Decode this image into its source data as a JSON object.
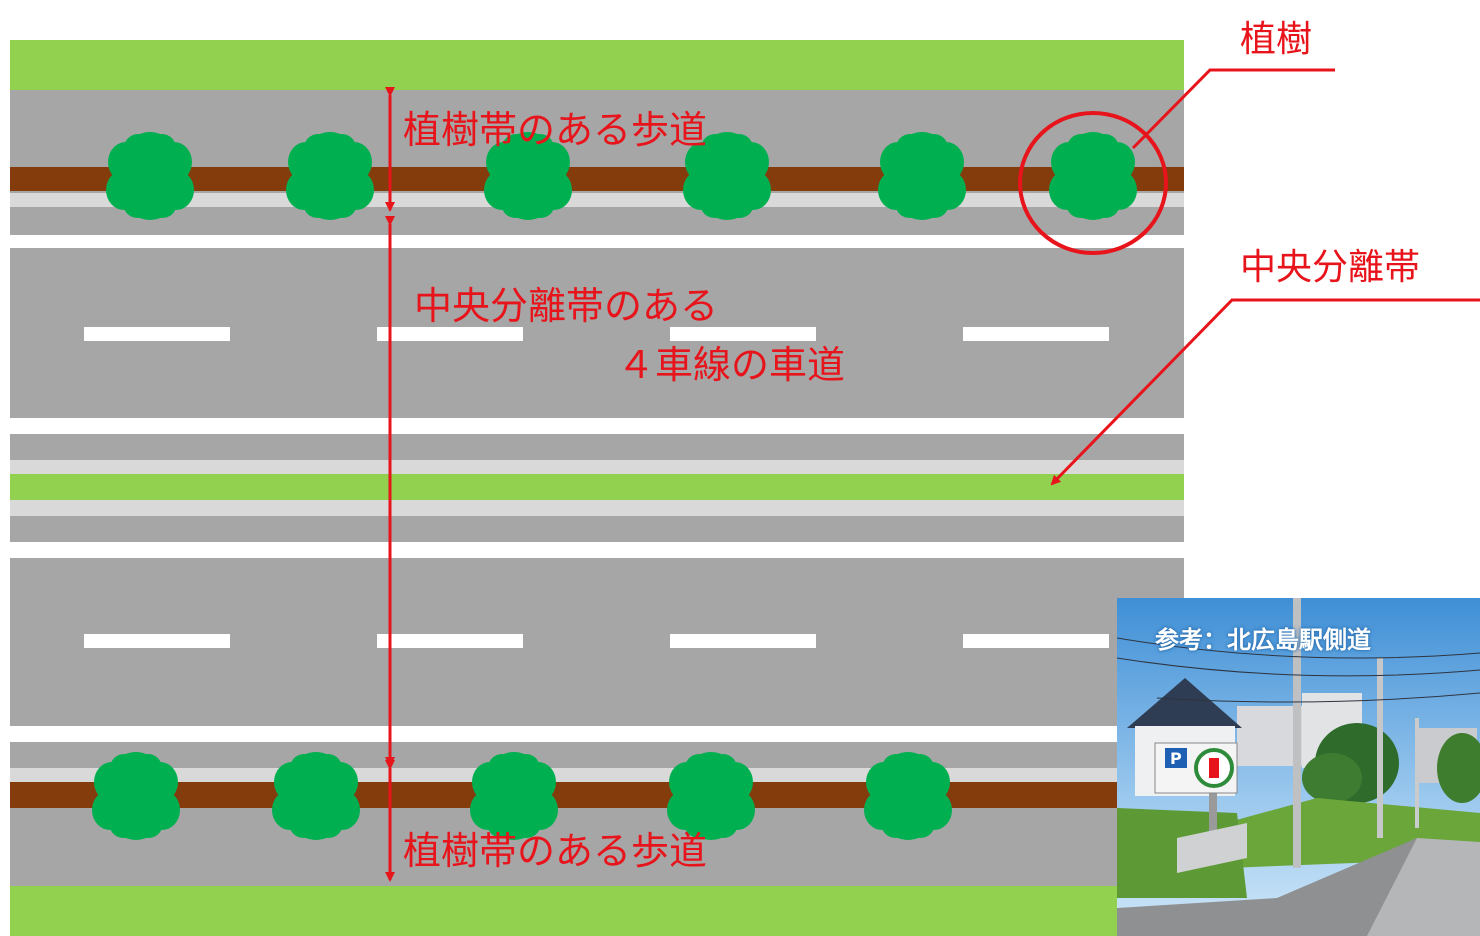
{
  "labels": {
    "planting": "植樹",
    "median": "中央分離帯",
    "sidewalk_top": "植樹帯のある歩道",
    "roadway_line1": "中央分離帯のある",
    "roadway_line2": "４車線の車道",
    "sidewalk_bottom": "植樹帯のある歩道"
  },
  "photo": {
    "title": "参考：北広島駅側道",
    "sign_letters": "P"
  },
  "colors": {
    "grass": "#92d050",
    "asphalt": "#a6a6a6",
    "soil_strip": "#843c0c",
    "tree": "#00b050",
    "curb": "#d9d9d9",
    "annotation": "#e8141b",
    "lane_marking": "#ffffff"
  },
  "icons": [
    "tree-icon",
    "arrow-icon"
  ]
}
